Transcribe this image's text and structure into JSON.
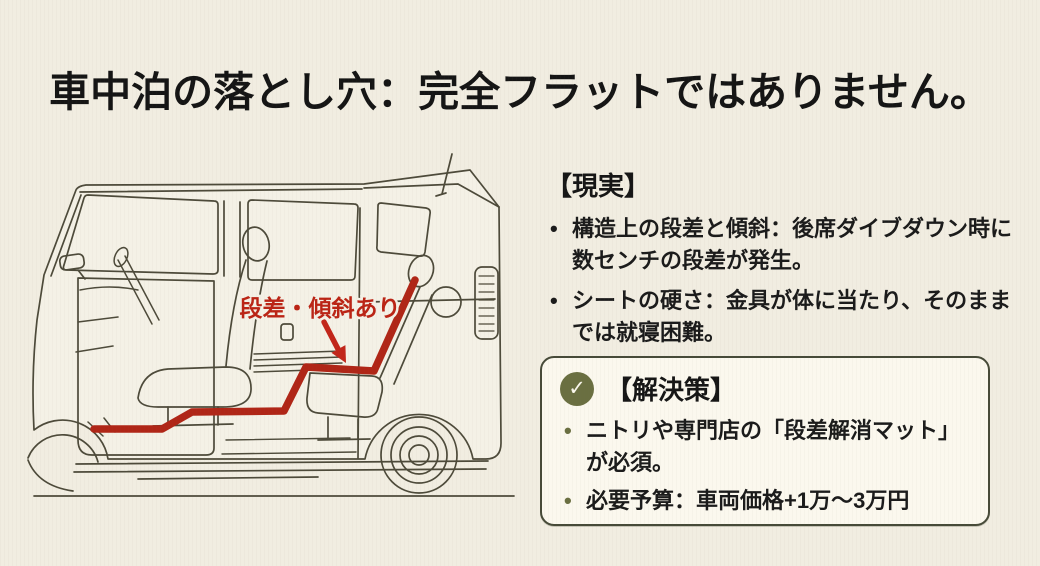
{
  "page": {
    "title": "車中泊の落とし穴：完全フラットではありません。",
    "background_color": "#f1ede1"
  },
  "illustration": {
    "subject": "kei-van-side-cutaway-drawing",
    "label": "段差・傾斜あり",
    "label_color": "#bb2415",
    "line_color": "#b02617",
    "outline_color": "#4d4a3a"
  },
  "reality": {
    "heading": "【現実】",
    "bullets": [
      "構造上の段差と傾斜：後席ダイブダウン時に数センチの段差が発生。",
      "シートの硬さ：金具が体に当たり、そのままでは就寝困難。"
    ]
  },
  "solution": {
    "heading": "【解決策】",
    "check_icon": "✓",
    "accent_color": "#6a6f41",
    "bullets": [
      "ニトリや専門店の「段差解消マット」が必須。",
      "必要予算：車両価格+1万〜3万円"
    ]
  }
}
